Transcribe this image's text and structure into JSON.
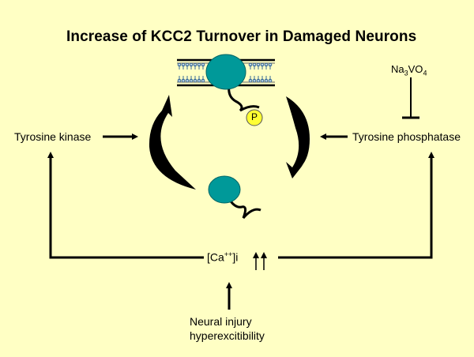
{
  "title": "Increase of KCC2 Turnover in Damaged Neurons",
  "labels": {
    "tyrosine_kinase": "Tyrosine kinase",
    "tyrosine_phosphatase": "Tyrosine phosphatase",
    "inhibitor": "Na3VO4",
    "calcium": "[Ca++]i",
    "neural_injury_line1": "Neural injury",
    "neural_injury_line2": "hyperexcitibility",
    "phosphate": "P"
  },
  "colors": {
    "background": "#ffffc4",
    "protein": "#009999",
    "phosphate": "#ffff33"
  }
}
